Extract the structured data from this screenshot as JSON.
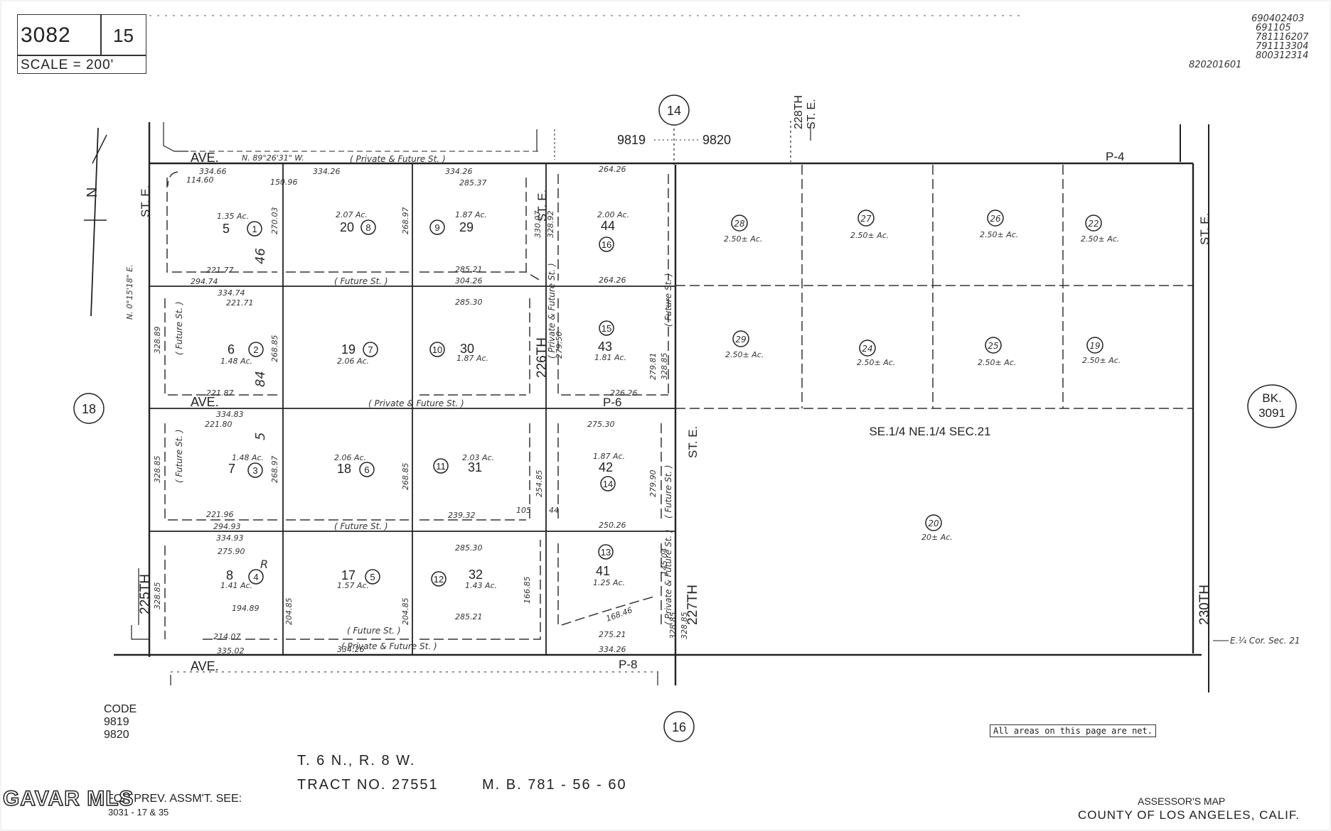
{
  "header": {
    "map_book": "3082",
    "map_page": "15",
    "scale": "SCALE = 200'",
    "codes_right": [
      "690402403",
      "691105",
      "781116207",
      "791113304",
      "800312314",
      "820201601"
    ]
  },
  "streets": {
    "top_ave": "AVE.",
    "mid_ave": "AVE.",
    "bot_ave": "AVE.",
    "st_225": "225TH",
    "st_225_e": "ST. E.",
    "st_226": "226TH",
    "st_226_e": "ST. E.",
    "st_227": "227TH",
    "st_227_e": "ST. E.",
    "st_228": "228TH",
    "st_228_e": "ST. E.",
    "st_230": "230TH",
    "st_230_e": "ST. E.",
    "p4": "P-4",
    "p6": "P-6",
    "p8": "P-8",
    "bearing": "N. 89°26'31\" W.",
    "bearing_left": "N. 0°15'18\" E."
  },
  "page_refs": {
    "top": "14",
    "left": "18",
    "bottom": "16",
    "code_top_left": "9819",
    "code_top_right": "9820",
    "bk_label": "BK.",
    "bk_number": "3091"
  },
  "lots": [
    {
      "id": "1",
      "lot": "5",
      "area": "1.35 Ac."
    },
    {
      "id": "8",
      "lot": "20",
      "area": "2.07 Ac."
    },
    {
      "id": "9",
      "lot": "29",
      "area": "1.87 Ac."
    },
    {
      "id": "16",
      "lot": "44",
      "area": "2.00 Ac."
    },
    {
      "id": "2",
      "lot": "6",
      "area": "1.48 Ac."
    },
    {
      "id": "7",
      "lot": "19",
      "area": "2.06 Ac."
    },
    {
      "id": "10",
      "lot": "30",
      "area": "1.87 Ac."
    },
    {
      "id": "15",
      "lot": "43",
      "area": "1.81 Ac."
    },
    {
      "id": "3",
      "lot": "7",
      "area": "1.48 Ac."
    },
    {
      "id": "6",
      "lot": "18",
      "area": "2.06 Ac."
    },
    {
      "id": "11",
      "lot": "31",
      "area": "2.03 Ac."
    },
    {
      "id": "14",
      "lot": "42",
      "area": "1.87 Ac."
    },
    {
      "id": "4",
      "lot": "8",
      "area": "1.41 Ac."
    },
    {
      "id": "5",
      "lot": "17",
      "area": "1.57 Ac."
    },
    {
      "id": "12",
      "lot": "32",
      "area": "1.43 Ac."
    },
    {
      "id": "13",
      "lot": "41",
      "area": "1.25 Ac."
    }
  ],
  "parcels_east": [
    {
      "id": "28",
      "area": "2.50± Ac."
    },
    {
      "id": "27",
      "area": "2.50± Ac."
    },
    {
      "id": "26",
      "area": "2.50± Ac."
    },
    {
      "id": "22",
      "area": "2.50± Ac."
    },
    {
      "id": "29",
      "area": "2.50± Ac."
    },
    {
      "id": "24",
      "area": "2.50± Ac."
    },
    {
      "id": "25",
      "area": "2.50± Ac."
    },
    {
      "id": "19",
      "area": "2.50± Ac."
    },
    {
      "id": "20",
      "area": "20± Ac."
    }
  ],
  "section_label": "SE.1/4 NE.1/4 SEC.21",
  "corner_label": "E.¼ Cor. Sec. 21",
  "labels": {
    "future_st": "( Future St. )",
    "private_future": "( Private & Future St. )",
    "block_46": "46",
    "block_84": "84",
    "block_5": "5",
    "block_r": "R"
  },
  "dims": {
    "top_row": [
      "334.66",
      "334.26",
      "334.26",
      "264.26"
    ],
    "bot_row": [
      "335.02",
      "334.26",
      "334.26"
    ],
    "misc": [
      "285.37",
      "285.21",
      "304.26",
      "264.26",
      "294.74",
      "334.74",
      "285.30",
      "221.77",
      "221.71",
      "221.87",
      "226.26",
      "334.83",
      "221.80",
      "275.30",
      "221.96",
      "294.93",
      "334.93",
      "250.26",
      "239.32",
      "275.90",
      "285.30",
      "214.07",
      "275.21",
      "285.21",
      "194.89",
      "150.96",
      "114.60",
      "268.97",
      "270.03",
      "268.85",
      "268.97",
      "328.89",
      "328.85",
      "330.07",
      "328.92",
      "279.50",
      "279.81",
      "328.85",
      "268.85",
      "254.85",
      "279.90",
      "204.85",
      "204.85",
      "328.85",
      "166.85",
      "145.04",
      "168.46",
      "328.85",
      "328.85",
      "105",
      "44"
    ]
  },
  "legend": {
    "code_title": "CODE",
    "code_1": "9819",
    "code_2": "9820"
  },
  "footer": {
    "township": "T. 6 N., R. 8 W.",
    "tract": "TRACT NO. 27551",
    "mb": "M. B. 781 - 56 - 60",
    "prev_assmt": "FOR PREV. ASSM'T. SEE:",
    "prev_ref": "3031 - 17 & 35",
    "all_areas": "All areas on this page are net.",
    "assessor": "ASSESSOR'S MAP",
    "county": "COUNTY OF LOS ANGELES, CALIF.",
    "watermark": "GAVAR MLS"
  }
}
